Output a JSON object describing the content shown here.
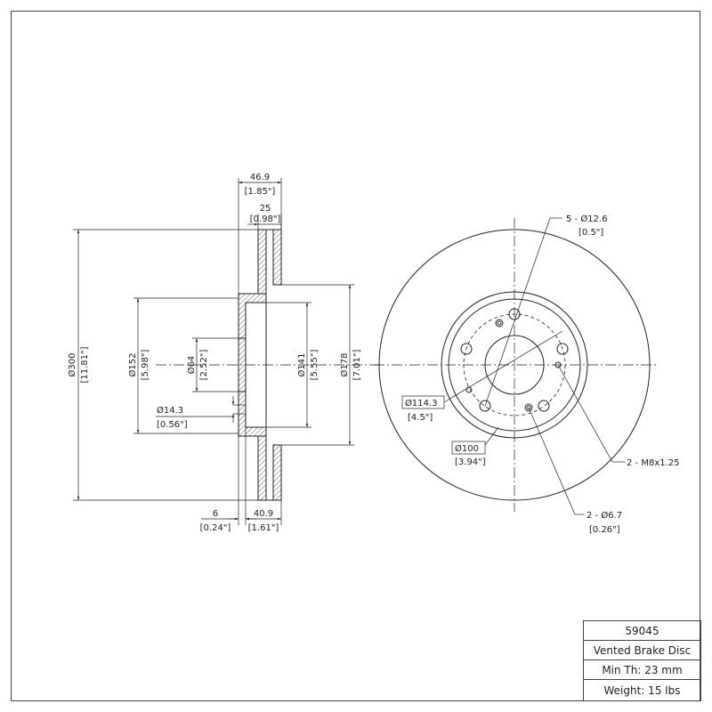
{
  "title_block": {
    "part_number": "59045",
    "description": "Vented Brake Disc",
    "min_thickness": "Min Th: 23 mm",
    "weight": "Weight: 15 lbs"
  },
  "section_view": {
    "overall_width": {
      "mm": "46.9",
      "in": "[1.85\"]"
    },
    "disc_thickness": {
      "mm": "25",
      "in": "[0.98\"]"
    },
    "outer_diameter": {
      "mm": "Ø300",
      "in": "[11.81\"]"
    },
    "hat_diameter": {
      "mm": "Ø152",
      "in": "[5.98\"]"
    },
    "center_bore": {
      "mm": "Ø64",
      "in": "[2.52\"]"
    },
    "pilot_hole": {
      "mm": "Ø14.3",
      "in": "[0.56\"]"
    },
    "inner_face_diameter": {
      "mm": "Ø141",
      "in": "[5.55\"]"
    },
    "friction_inner_diameter": {
      "mm": "Ø178",
      "in": "[7.01\"]"
    },
    "hat_thickness": {
      "mm": "6",
      "in": "[0.24\"]"
    },
    "hat_height": {
      "mm": "40.9",
      "in": "[1.61\"]"
    }
  },
  "face_view": {
    "lug_holes": {
      "mm": "5 - Ø12.6",
      "in": "[0.5\"]"
    },
    "bolt_circle": {
      "mm": "Ø114.3",
      "in": "[4.5\"]"
    },
    "hub_circle": {
      "mm": "Ø100",
      "in": "[3.94\"]"
    },
    "threaded_holes": {
      "mm": "2 - M8x1.25"
    },
    "locating_holes": {
      "mm": "2 - Ø6.7",
      "in": "[0.26\"]"
    }
  }
}
